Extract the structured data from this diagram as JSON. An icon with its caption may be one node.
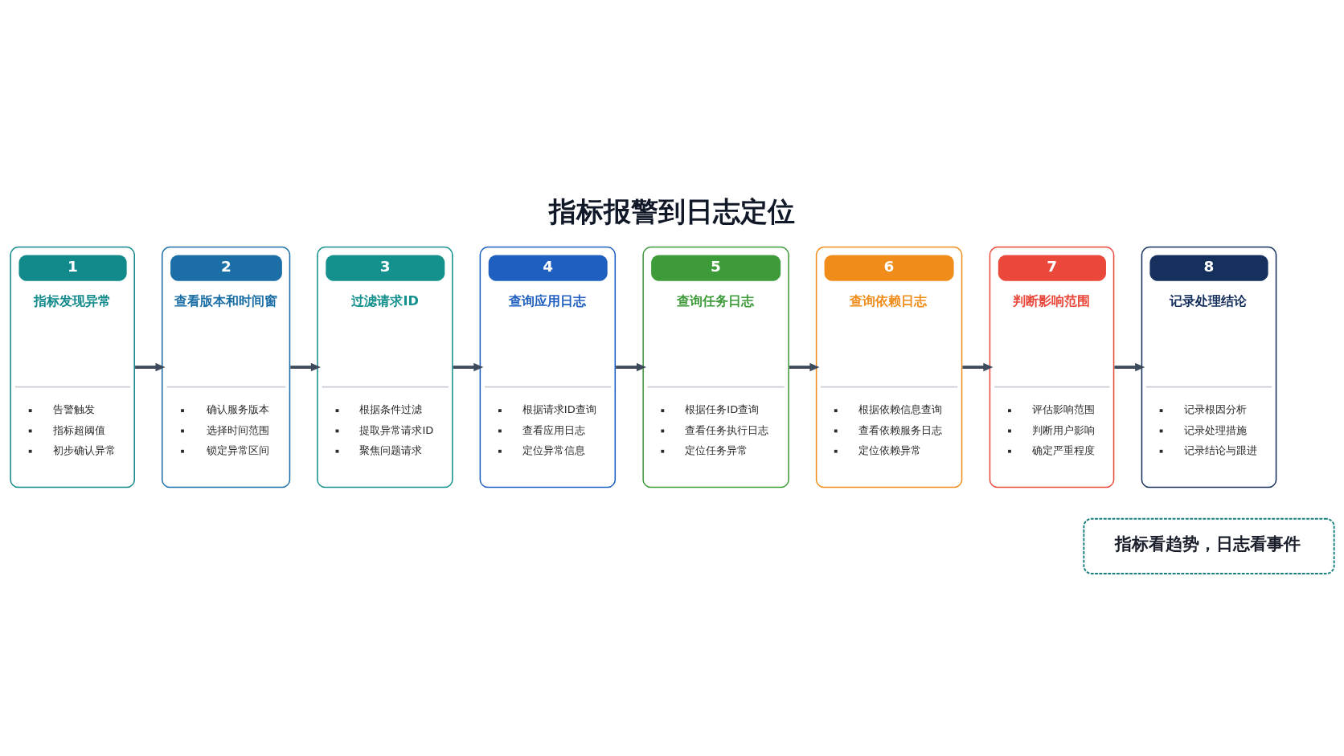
{
  "diagram": {
    "title": "指标报警到日志定位",
    "nodes": [
      {
        "text": [
          "1",
          "指标发现异常",
          "告警触发",
          "指标超阈值",
          "初步确认异常"
        ]
      },
      {
        "text": [
          "2",
          "查看版本和时间窗",
          "确认服务版本",
          "选择时间范围",
          "锁定异常区间"
        ]
      },
      {
        "text": [
          "3",
          "过滤请求ID",
          "根据条件过滤",
          "提取异常请求ID",
          "聚焦问题请求"
        ]
      },
      {
        "text": [
          "4",
          "查询应用日志",
          "根据请求ID查询",
          "查看应用日志",
          "定位异常信息"
        ]
      },
      {
        "text": [
          "5",
          "查询任务日志",
          "根据任务ID查询",
          "查看任务执行日志",
          "定位任务异常"
        ]
      },
      {
        "text": [
          "6",
          "查询依赖日志",
          "根据依赖信息查询",
          "查看依赖服务日志",
          "定位依赖异常"
        ]
      },
      {
        "text": [
          "7",
          "判断影响范围",
          "评估影响范围",
          "判断用户影响",
          "确定严重程度"
        ]
      },
      {
        "text": [
          "8",
          "记录处理结论",
          "记录根因分析",
          "记录处理措施",
          "记录结论与跟进"
        ]
      },
      {
        "text": [
          "指标看趋势，日志看事件"
        ]
      }
    ],
    "edges": [
      {
        "from": 0,
        "to": 1,
        "arrow": "to"
      },
      {
        "from": 1,
        "to": 2,
        "arrow": "to"
      },
      {
        "from": 2,
        "to": 3,
        "arrow": "to"
      },
      {
        "from": 3,
        "to": 4,
        "arrow": "to"
      },
      {
        "from": 4,
        "to": 5,
        "arrow": "to"
      },
      {
        "from": 5,
        "to": 6,
        "arrow": "to"
      },
      {
        "from": 6,
        "to": 7,
        "arrow": "to"
      }
    ]
  }
}
